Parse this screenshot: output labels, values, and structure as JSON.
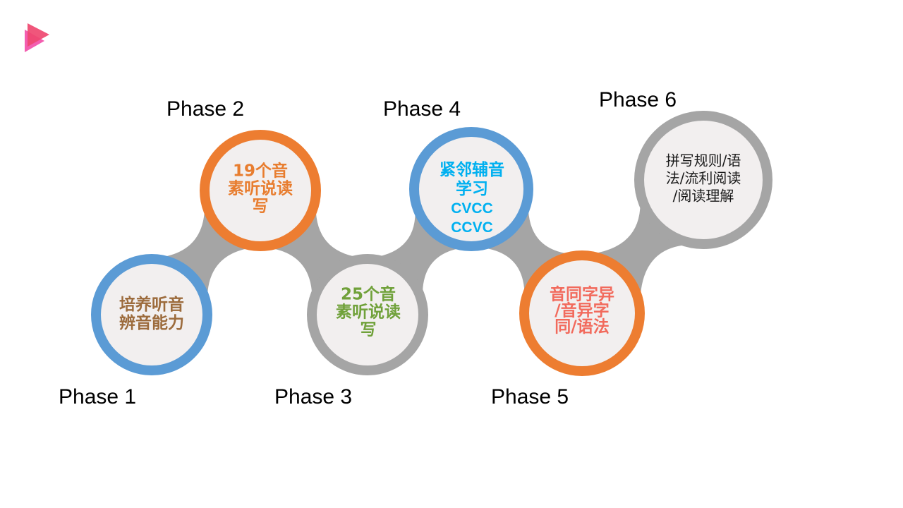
{
  "slide": {
    "logo_icon": "play-triangle-icon",
    "colors": {
      "background": "#FFFFFF",
      "circle_fill": "#F2EFEF",
      "connector": "#A5A5A5",
      "logo_front": "#EF4870",
      "logo_back": "#F35EB0"
    }
  },
  "phases": [
    {
      "label": "Phase 1",
      "lines": [
        "培养听音",
        "辨音能力"
      ],
      "ring_color": "#5B9BD5",
      "text_color": "#9C6B3C"
    },
    {
      "label": "Phase 2",
      "lines": [
        "19个音",
        "素听说读",
        "写"
      ],
      "ring_color": "#ED7D31",
      "text_color": "#E87D2F"
    },
    {
      "label": "Phase 3",
      "lines": [
        "25个音",
        "素听说读",
        "写"
      ],
      "ring_color": "#A5A5A5",
      "text_color": "#70A13A"
    },
    {
      "label": "Phase 4",
      "lines": [
        "紧邻辅音",
        "学习",
        "CVCC",
        "CCVC"
      ],
      "ring_color": "#5B9BD5",
      "text_color": "#00B0F0"
    },
    {
      "label": "Phase 5",
      "lines": [
        "音同字异",
        "/音异字",
        "同/语法"
      ],
      "ring_color": "#ED7D31",
      "text_color": "#F26A5C"
    },
    {
      "label": "Phase 6",
      "lines": [
        "拼写规则/语",
        "法/流利阅读",
        "/阅读理解"
      ],
      "ring_color": "#A5A5A5",
      "text_color": "#1A1A1A"
    }
  ]
}
